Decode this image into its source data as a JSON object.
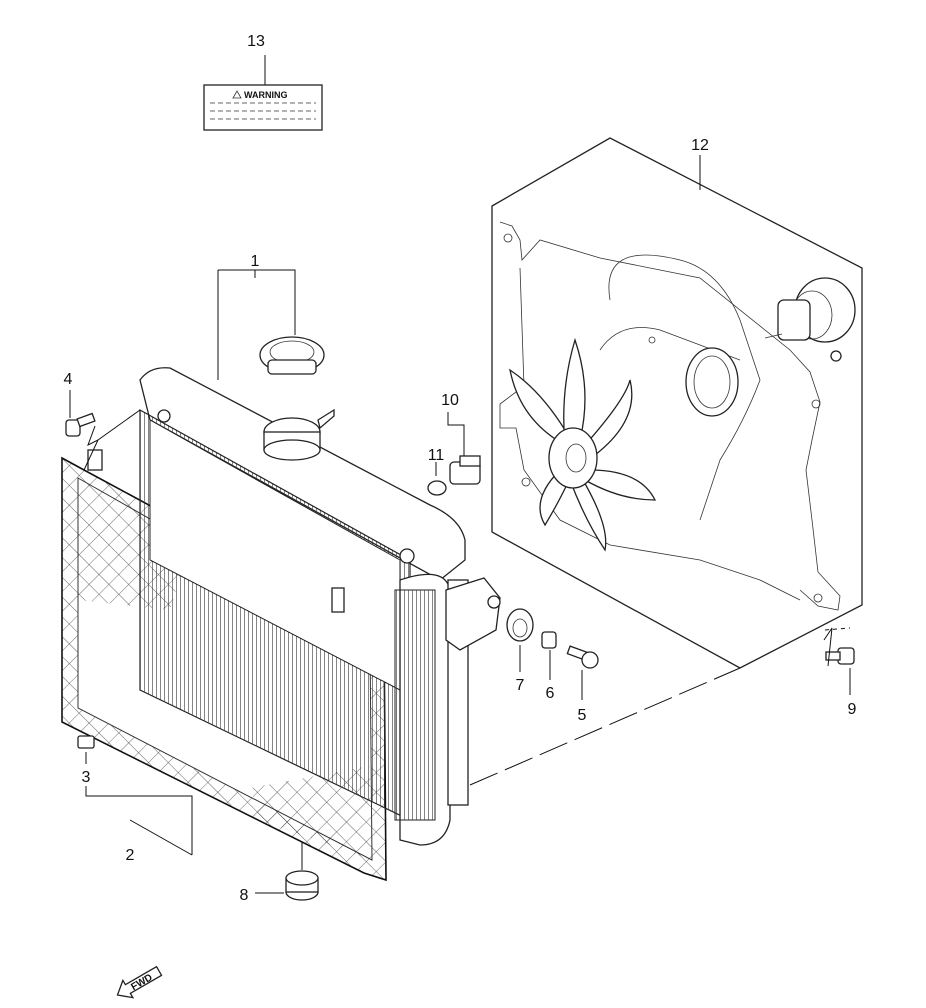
{
  "callouts": [
    {
      "id": "1",
      "text": "1"
    },
    {
      "id": "2",
      "text": "2"
    },
    {
      "id": "3",
      "text": "3"
    },
    {
      "id": "4",
      "text": "4"
    },
    {
      "id": "5",
      "text": "5"
    },
    {
      "id": "6",
      "text": "6"
    },
    {
      "id": "7",
      "text": "7"
    },
    {
      "id": "8",
      "text": "8"
    },
    {
      "id": "9",
      "text": "9"
    },
    {
      "id": "10",
      "text": "10"
    },
    {
      "id": "11",
      "text": "11"
    },
    {
      "id": "12",
      "text": "12"
    },
    {
      "id": "13",
      "text": "13"
    }
  ],
  "warning_label": {
    "text": "WARNING"
  },
  "direction_arrow": {
    "text": "FWD"
  }
}
